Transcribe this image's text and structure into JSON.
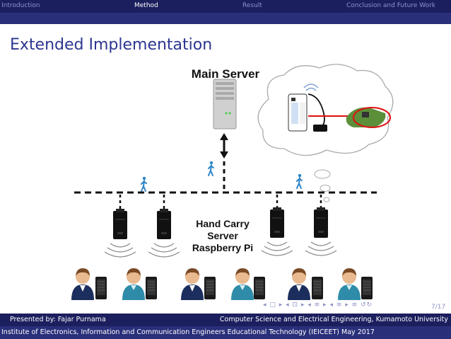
{
  "nav": {
    "items": [
      "Introduction",
      "Method",
      "Result",
      "Conclusion and Future Work"
    ],
    "active_index": 1
  },
  "frame_title": "Extended Implementation",
  "diagram": {
    "main_server_label": "Main Server",
    "hand_carry_lines": [
      "Hand Carry",
      "Server",
      "Raspberry Pi"
    ]
  },
  "footer": {
    "presenter": "Presented by: Fajar Purnama",
    "department": "Computer Science and Electrical Engineering, Kumamoto University",
    "event": "Institute of Electronics, Information and Communication Engineers Educational Technology (IEICEET) May 2017"
  },
  "page": "7/17",
  "colors": {
    "bar_dark": "#1b1f5e",
    "bar_light": "#2a2f7a",
    "title": "#2c3590",
    "walker": "#2f86c8"
  }
}
